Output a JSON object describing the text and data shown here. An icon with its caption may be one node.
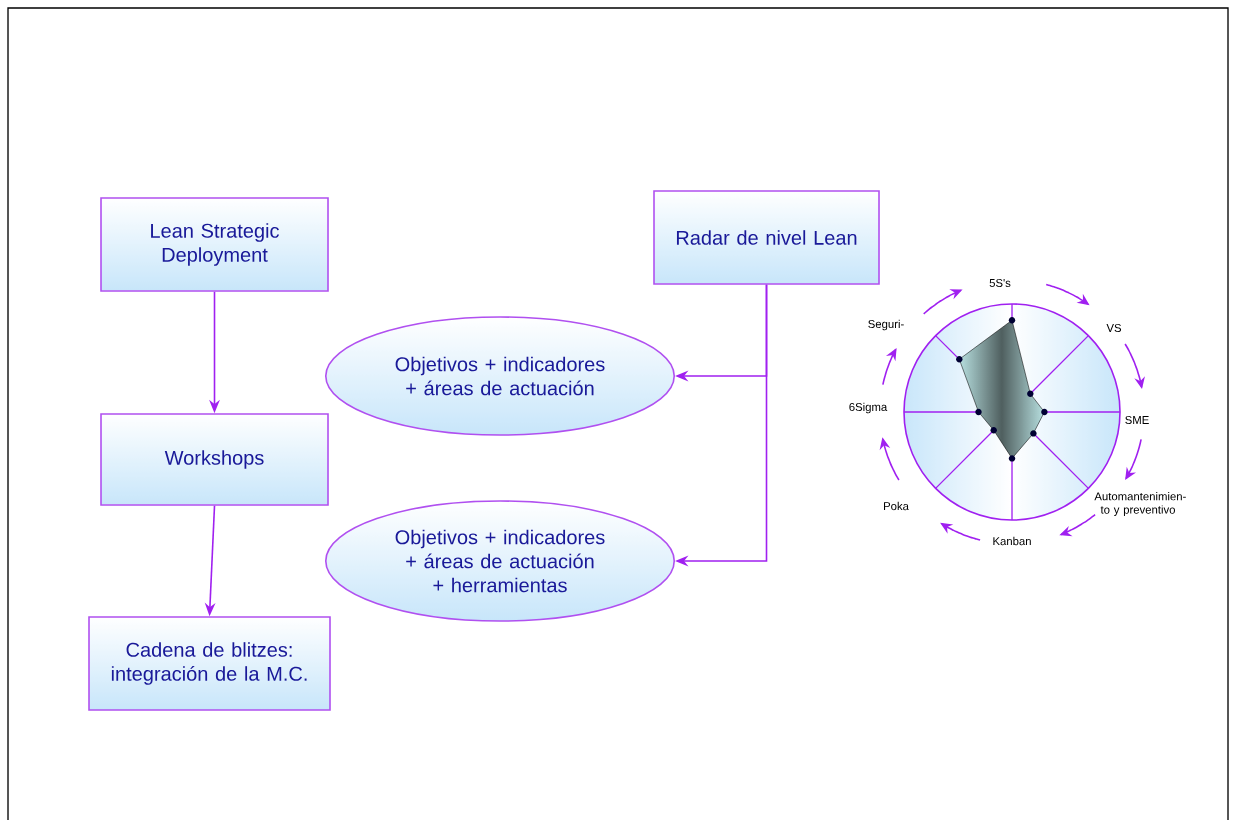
{
  "diagram": {
    "nodes": [
      {
        "text": [
          "Lean Strategic Deployment"
        ]
      },
      {
        "text": [
          "Workshops"
        ]
      },
      {
        "text": [
          "Cadena de blitzes: integración de la M.C."
        ]
      },
      {
        "text": [
          "Radar de nivel Lean"
        ]
      },
      {
        "text": [
          "Objetivos + indicadores + áreas de actuación"
        ]
      },
      {
        "text": [
          "Objetivos + indicadores + áreas de actuación + herramientas"
        ]
      }
    ],
    "edges": [
      {
        "from": 0,
        "to": 1,
        "arrow": "to"
      },
      {
        "from": 1,
        "to": 2,
        "arrow": "to"
      },
      {
        "from": 3,
        "to": 4,
        "arrow": "to"
      },
      {
        "from": 3,
        "to": 5,
        "arrow": "to"
      }
    ],
    "labels": [
      "5S's",
      "VS",
      "SME",
      "Automantenimien- to y preventivo",
      "Kanban",
      "Poka",
      "6Sigma",
      "Seguri-"
    ]
  }
}
